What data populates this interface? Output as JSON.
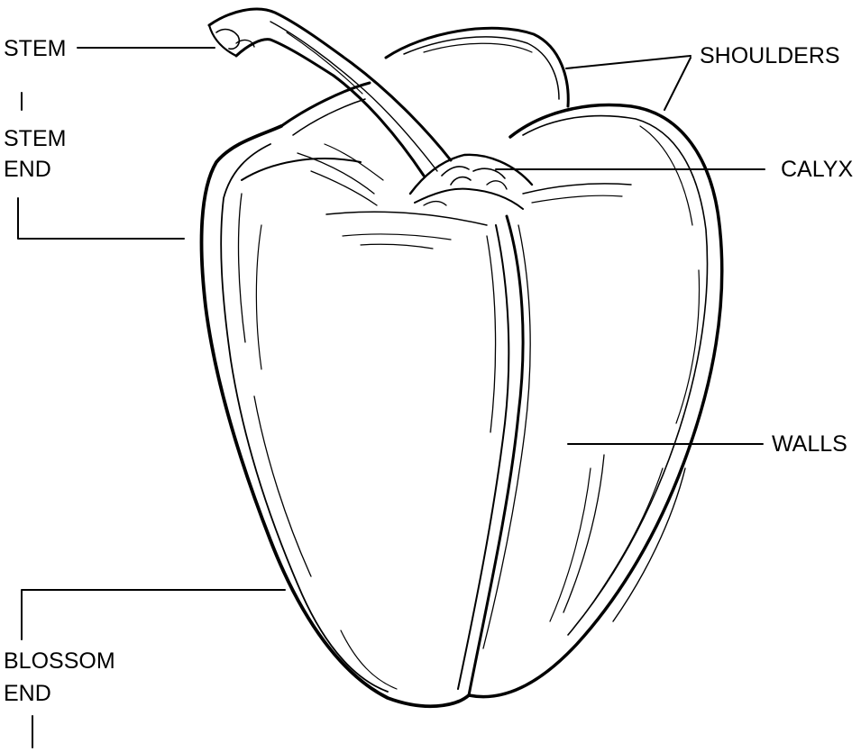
{
  "diagram": {
    "labels": {
      "stem": "STEM",
      "stem_end_line1": "STEM",
      "stem_end_line2": "END",
      "shoulders": "SHOULDERS",
      "calyx": "CALYX",
      "walls": "WALLS",
      "blossom_end_line1": "BLOSSOM",
      "blossom_end_line2": "END"
    }
  }
}
